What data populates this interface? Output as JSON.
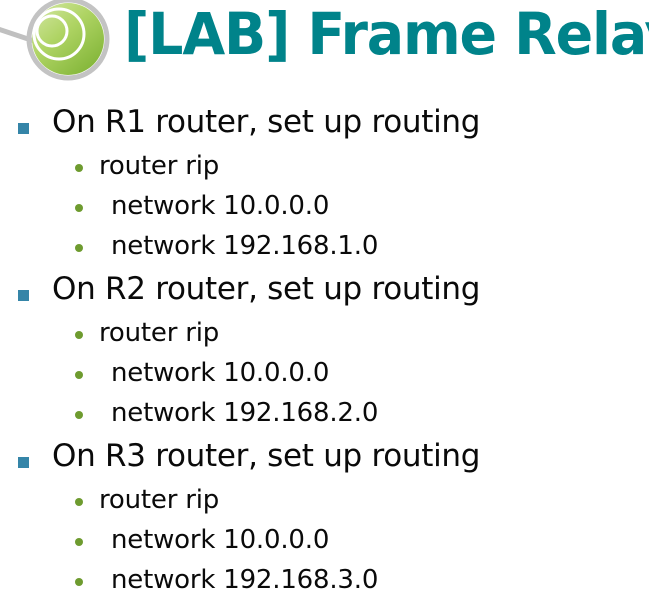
{
  "slide": {
    "title": "[LAB] Frame Relay",
    "title_color": "#00838A",
    "background_color": "#FFFFFF",
    "logo": {
      "icon_name": "nested-circles-logo",
      "ring_color": "#BFBFBF",
      "green_light": "#CBE293",
      "green_dark": "#7FB335"
    },
    "bullet_level1_color": "#3585A8",
    "bullet_level2_color": "#6E9B2F",
    "groups": [
      {
        "heading": "On R1 router, set up routing",
        "items": [
          {
            "text": "router rip",
            "indented": false
          },
          {
            "text": "network 10.0.0.0",
            "indented": true
          },
          {
            "text": "network 192.168.1.0",
            "indented": true
          }
        ]
      },
      {
        "heading": "On R2 router, set up routing",
        "items": [
          {
            "text": "router rip",
            "indented": false
          },
          {
            "text": "network 10.0.0.0",
            "indented": true
          },
          {
            "text": "network 192.168.2.0",
            "indented": true
          }
        ]
      },
      {
        "heading": "On R3 router, set up routing",
        "items": [
          {
            "text": "router rip",
            "indented": false
          },
          {
            "text": "network 10.0.0.0",
            "indented": true
          },
          {
            "text": "network 192.168.3.0",
            "indented": true
          }
        ]
      }
    ]
  }
}
